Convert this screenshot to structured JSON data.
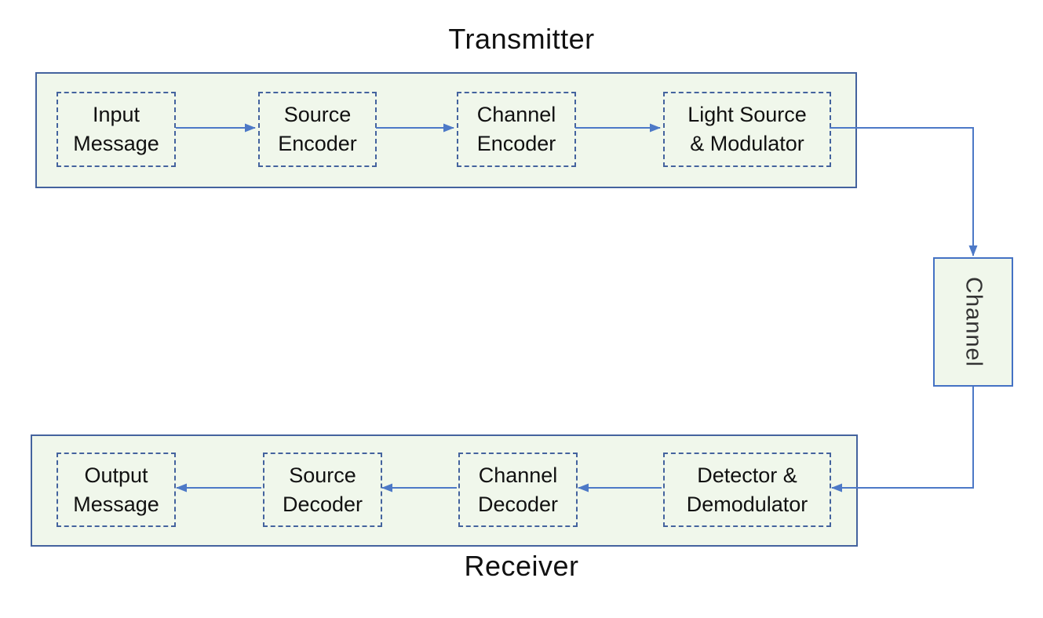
{
  "transmitter": {
    "label": "Transmitter",
    "blocks": [
      {
        "id": "input-message",
        "lines": [
          "Input",
          "Message"
        ]
      },
      {
        "id": "source-encoder",
        "lines": [
          "Source",
          "Encoder"
        ]
      },
      {
        "id": "channel-encoder",
        "lines": [
          "Channel",
          "Encoder"
        ]
      },
      {
        "id": "light-source",
        "lines": [
          "Light Source",
          "& Modulator"
        ]
      }
    ]
  },
  "channel": {
    "label": "Channel"
  },
  "receiver": {
    "label": "Receiver",
    "blocks": [
      {
        "id": "output-message",
        "lines": [
          "Output",
          "Message"
        ]
      },
      {
        "id": "source-decoder",
        "lines": [
          "Source",
          "Decoder"
        ]
      },
      {
        "id": "channel-decoder",
        "lines": [
          "Channel",
          "Decoder"
        ]
      },
      {
        "id": "detector",
        "lines": [
          "Detector &",
          "Demodulator"
        ]
      }
    ]
  },
  "colors": {
    "block_fill": "#f0f7eb",
    "container_border": "#44639e",
    "dashed_border": "#44639e",
    "arrow": "#4d79c7",
    "channel_border": "#4472c4",
    "label_text": "#111111",
    "block_text": "#111111",
    "channel_text": "#333333"
  }
}
